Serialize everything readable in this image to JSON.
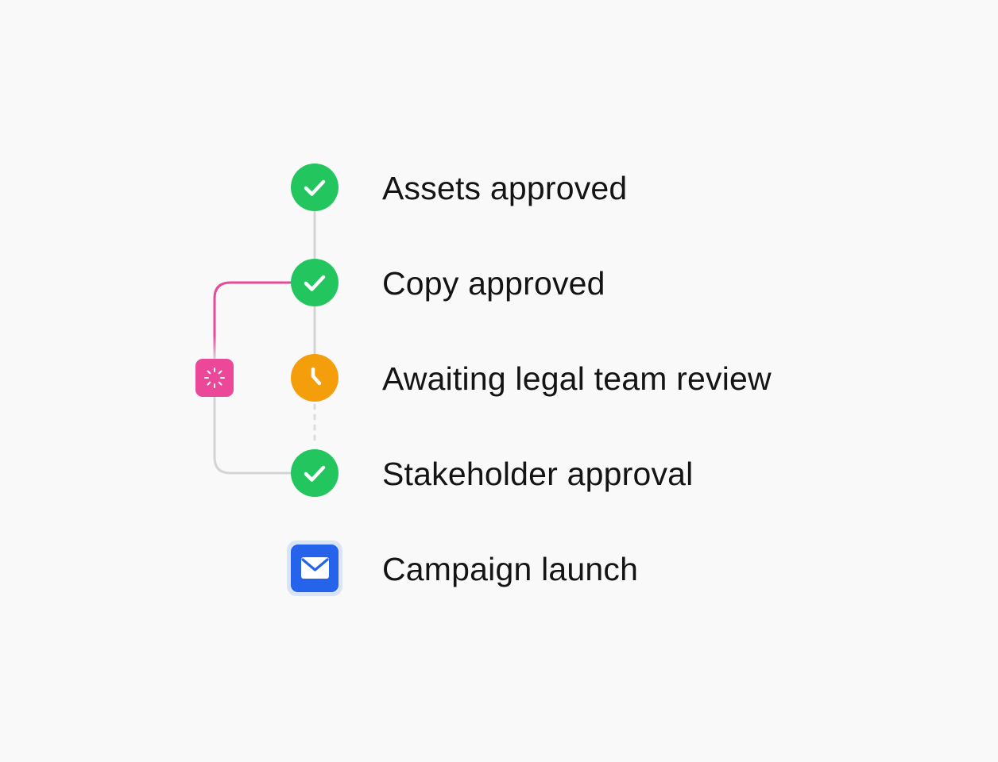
{
  "workflow": {
    "steps": [
      {
        "label": "Assets approved",
        "status": "done",
        "icon": "check-icon"
      },
      {
        "label": "Copy approved",
        "status": "done",
        "icon": "check-icon"
      },
      {
        "label": "Awaiting legal team review",
        "status": "pending",
        "icon": "clock-icon"
      },
      {
        "label": "Stakeholder approval",
        "status": "done",
        "icon": "check-icon"
      },
      {
        "label": "Campaign launch",
        "status": "final",
        "icon": "mail-icon"
      }
    ],
    "branch": {
      "icon": "loading-spinner-icon",
      "status": "in-progress"
    }
  },
  "colors": {
    "background": "#f9f9f9",
    "done": "#22c55e",
    "pending": "#f59e0b",
    "branch": "#ec4899",
    "final": "#2563eb",
    "final_ring": "#dbe4f7",
    "connector": "#d4d4d4",
    "text": "#141414"
  }
}
